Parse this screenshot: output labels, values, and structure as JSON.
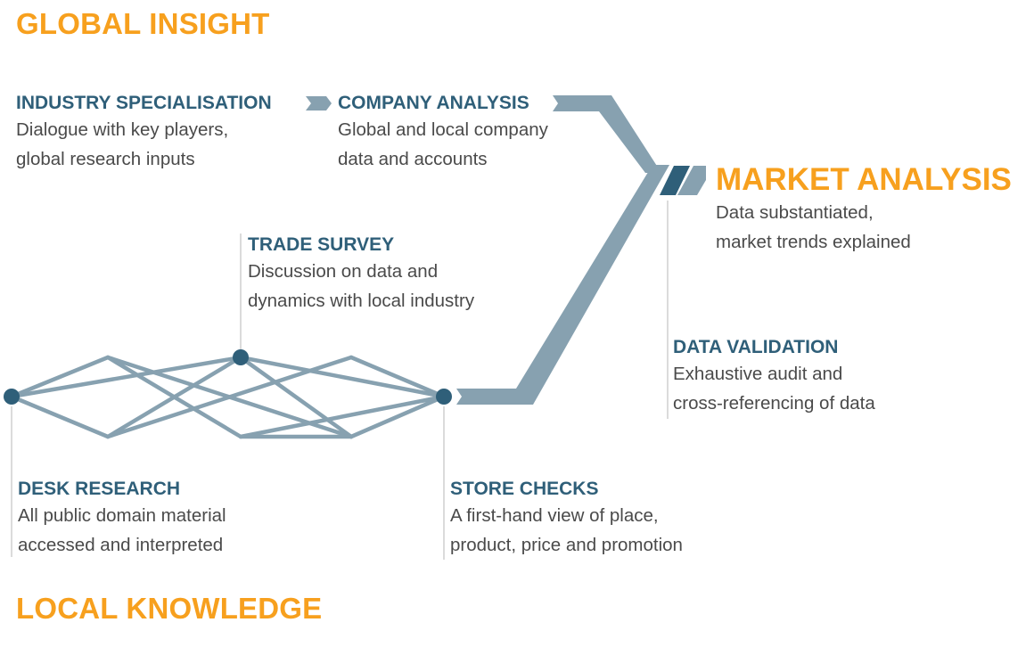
{
  "colors": {
    "accent": "#F7A01E",
    "heading": "#2F5F79",
    "body_text": "#4a4a4a",
    "connector": "#87A1B0",
    "node": "#2F5F79",
    "leader_line": "#cccccc"
  },
  "sections": {
    "global": "GLOBAL INSIGHT",
    "local": "LOCAL KNOWLEDGE"
  },
  "steps": {
    "industry": {
      "title": "INDUSTRY SPECIALISATION",
      "line1": "Dialogue with key players,",
      "line2": "global research inputs"
    },
    "company": {
      "title": "COMPANY ANALYSIS",
      "line1": "Global and local company",
      "line2": "data and accounts"
    },
    "market": {
      "title": "MARKET ANALYSIS",
      "line1": "Data substantiated,",
      "line2": "market trends explained"
    },
    "trade": {
      "title": "TRADE SURVEY",
      "line1": "Discussion on data and",
      "line2": "dynamics with local industry"
    },
    "validation": {
      "title": "DATA VALIDATION",
      "line1": "Exhaustive audit and",
      "line2": "cross-referencing of data"
    },
    "desk": {
      "title": "DESK RESEARCH",
      "line1": "All public domain material",
      "line2": "accessed and interpreted"
    },
    "store": {
      "title": "STORE CHECKS",
      "line1": "A first-hand view of place,",
      "line2": "product, price and promotion"
    }
  },
  "icons": {
    "arrow": "chevron-arrow-icon",
    "node": "network-node-icon",
    "converge": "double-slash-icon"
  }
}
